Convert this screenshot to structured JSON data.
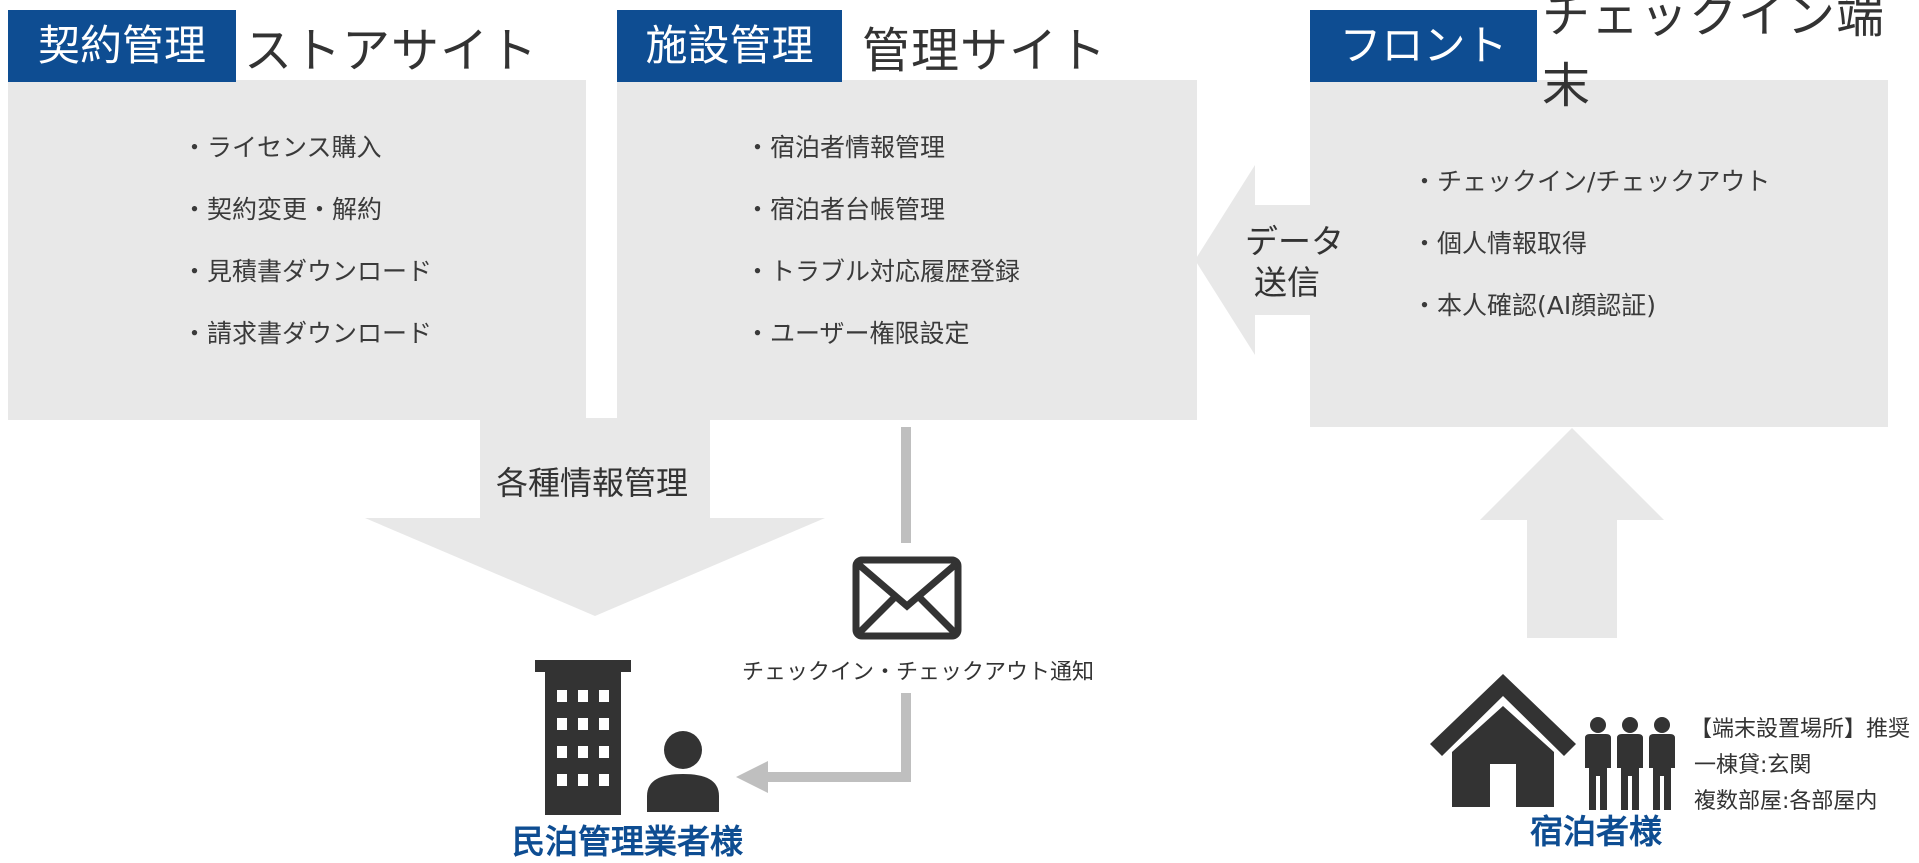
{
  "sections": {
    "store": {
      "tag": "契約管理",
      "title": "ストアサイト",
      "items": [
        "・ライセンス購入",
        "・契約変更・解約",
        "・見積書ダウンロード",
        "・請求書ダウンロード"
      ]
    },
    "facility": {
      "tag": "施設管理",
      "title": "管理サイト",
      "items": [
        "・宿泊者情報管理",
        "・宿泊者台帳管理",
        "・トラブル対応履歴登録",
        "・ユーザー権限設定"
      ]
    },
    "front": {
      "tag": "フロント",
      "title": "チェックイン端末",
      "items": [
        "・チェックイン/チェックアウト",
        "・個人情報取得",
        "・本人確認(AI顔認証)"
      ]
    }
  },
  "flows": {
    "data_send_line1": "データ",
    "data_send_line2": "送信",
    "info_management": "各種情報管理",
    "notification": "チェックイン・チェックアウト通知"
  },
  "actors": {
    "operator": "民泊管理業者様",
    "guest": "宿泊者様"
  },
  "note": {
    "line1": "【端末設置場所】推奨",
    "line2": "一棟貸:玄関",
    "line3": "複数部屋:各部屋内"
  },
  "colors": {
    "brand": "#0e4d92",
    "panel": "#e8e8e8",
    "icon": "#333333",
    "line": "#bfbfbf"
  }
}
